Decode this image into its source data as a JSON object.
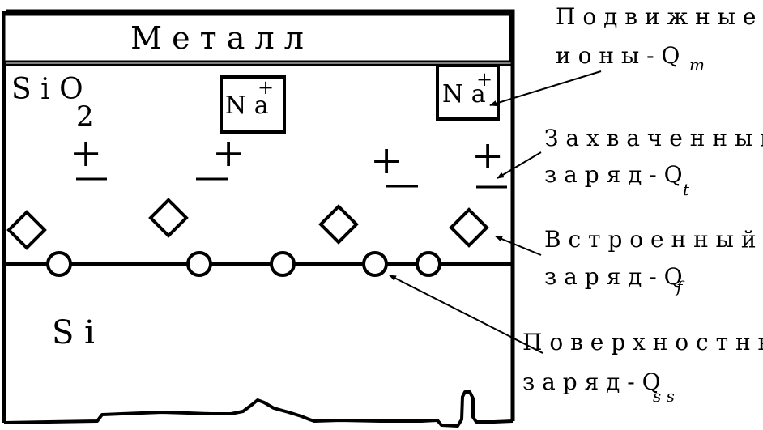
{
  "metal_label": "М е т а л л",
  "oxide_label": "S i O",
  "oxide_subscript": "2",
  "semiconductor_label": "S i",
  "ion_label": "N a",
  "ion_charge": "+",
  "plus": "+",
  "annotations": {
    "mobile": {
      "line1": "П о д в и ж н ы е",
      "line2": "и о н ы  -  Q",
      "sub": "m"
    },
    "trapped": {
      "line1": "З а х в а ч е н н ы й",
      "line2": "з а р я д  -  Q",
      "sub": "t"
    },
    "fixed": {
      "line1": "В с т р о е н н ы й",
      "line2": "з а р я д  -  Q",
      "sub": "f"
    },
    "surface": {
      "line1": "П о в е р х н о с т н ы й",
      "line2": "з а р я д  - Q",
      "sub": "s s"
    }
  }
}
